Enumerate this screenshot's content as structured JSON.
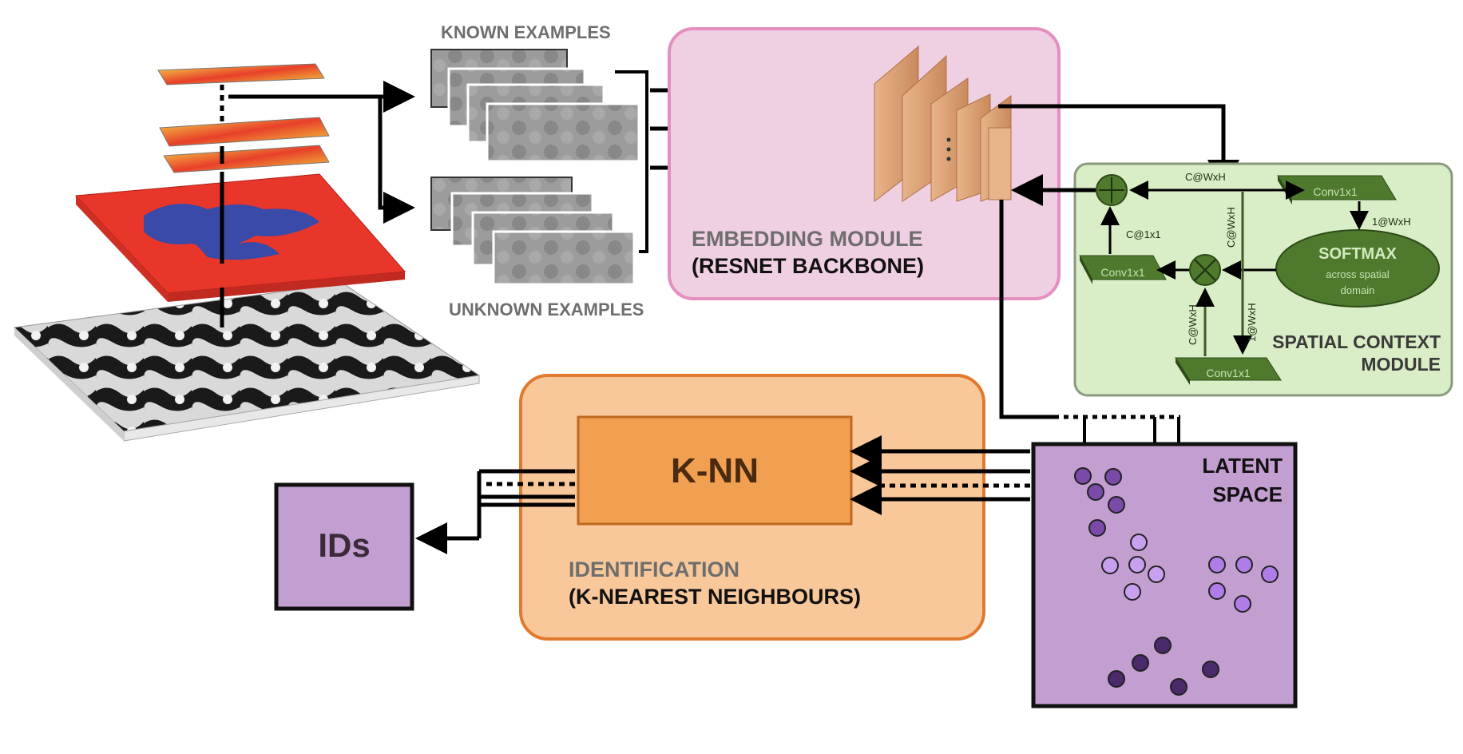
{
  "labels": {
    "known_examples": "KNOWN EXAMPLES",
    "unknown_examples": "UNKNOWN EXAMPLES",
    "embedding_title": "EMBEDDING MODULE",
    "embedding_subtitle": "(RESNET BACKBONE)",
    "spatial_title_1": "SPATIAL CONTEXT",
    "spatial_title_2": "MODULE",
    "identification_title": "IDENTIFICATION",
    "identification_subtitle": "(K-NEAREST NEIGHBOURS)",
    "knn": "K-NN",
    "ids": "IDs",
    "latent_1": "LATENT",
    "latent_2": "SPACE"
  },
  "spatial_module": {
    "conv_top": "Conv1x1",
    "conv_left": "Conv1x1",
    "conv_bottom": "Conv1x1",
    "softmax": "SOFTMAX",
    "softmax_sub_1": "across spatial",
    "softmax_sub_2": "domain",
    "dim_cwxh_top": "C@WxH",
    "dim_1wxh": "1@WxH",
    "dim_c1x1": "C@1x1",
    "dim_cwxh_vertical": "C@WxH",
    "dim_1wxh_vertical": "1@WxH",
    "dim_cwxh_left_vertical": "C@WxH"
  },
  "colors": {
    "embedding_fill": "#efcfe2",
    "embedding_border": "#e58fc0",
    "identification_fill": "#f9c89a",
    "identification_border": "#e07a2e",
    "knn_fill": "#f0a050",
    "spatial_fill": "#d9edc6",
    "spatial_border": "#8a9a80",
    "conv_fill": "#4f7a2e",
    "latent_fill": "#c39fd1",
    "ids_fill": "#c39fd1",
    "dot_dark": "#4a2a6a",
    "dot_mid": "#7a4aa8",
    "dot_light": "#c8a0f0"
  }
}
